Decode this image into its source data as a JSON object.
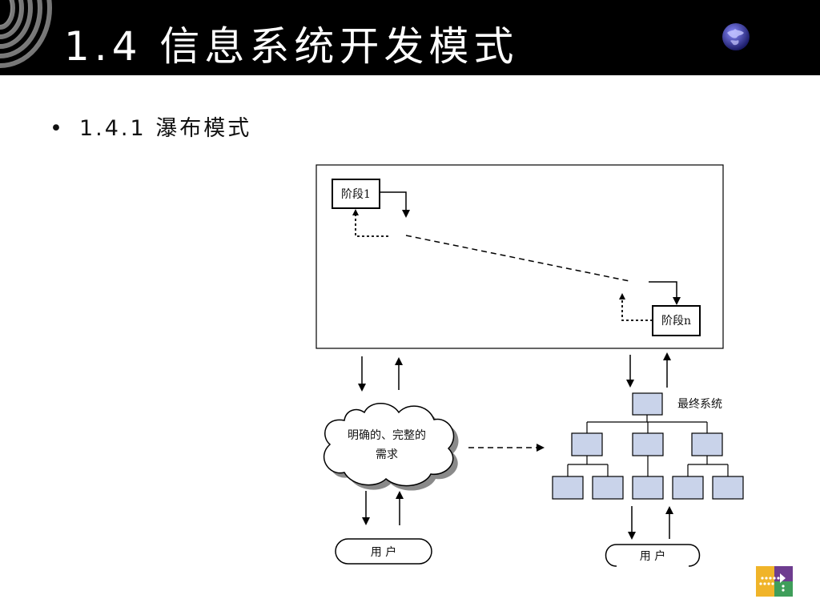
{
  "slide": {
    "title": "1.4 信息系统开发模式",
    "bullet": "1.4.1 瀑布模式"
  },
  "diagram": {
    "stage_first": "阶段1",
    "stage_last": "阶段n",
    "requirements_line1": "明确的、完整的",
    "requirements_line2": "需求",
    "final_system": "最终系统",
    "user_left": "用 户",
    "user_right": "用 户"
  },
  "colors": {
    "header_bg": "#000000",
    "node_fill": "#c9d3ea",
    "line": "#000000"
  },
  "icons": [
    "swirl-logo-icon",
    "globe-icon",
    "corner-logo-icon"
  ]
}
